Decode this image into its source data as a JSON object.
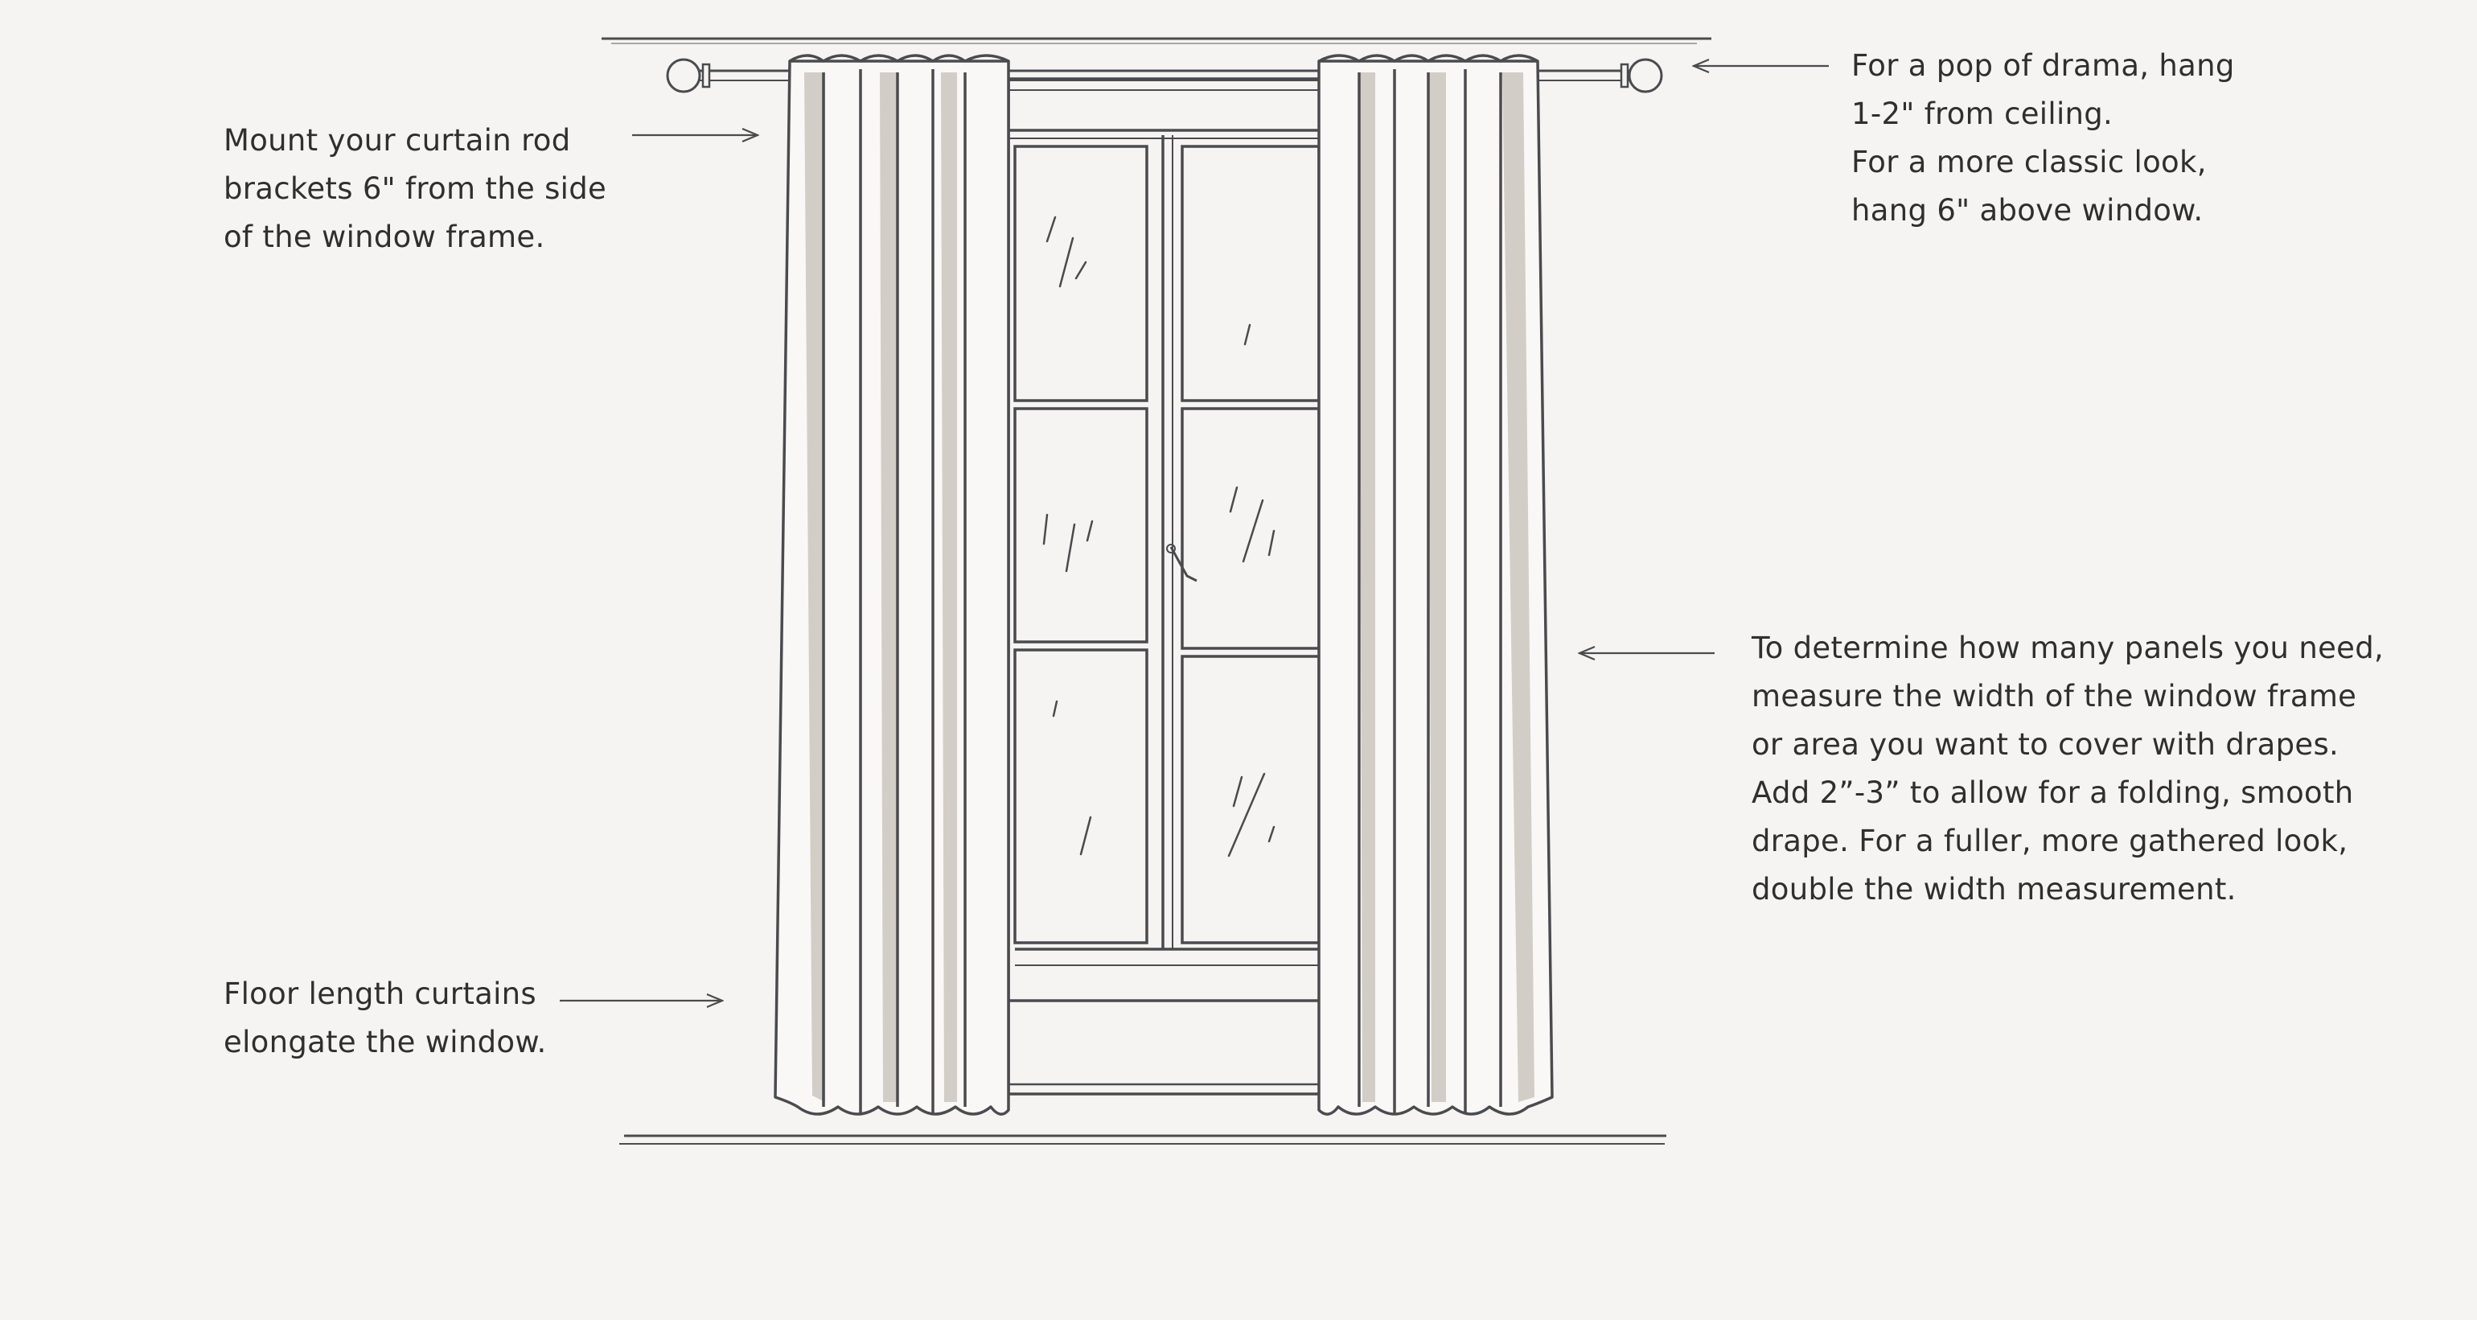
{
  "colors": {
    "background": "#f5f4f2",
    "ink": "#4a4b4f",
    "curtain_fill": "#f9f8f6",
    "curtain_shadow": "#d2cdc6",
    "text": "#2f2f2f"
  },
  "annotations": {
    "bracket_placement": [
      "Mount your curtain rod",
      "brackets 6\" from the side",
      "of the window frame."
    ],
    "rod_height": [
      "For a pop of drama, hang",
      "1-2\" from ceiling.",
      "For a more classic look,",
      "hang 6\" above window."
    ],
    "panel_width": [
      "To determine how many panels you need,",
      "measure the width of the window frame",
      "or area you want to cover with drapes.",
      "Add 2”-3” to allow for a folding, smooth",
      "drape. For a fuller, more gathered look,",
      "double the width measurement."
    ],
    "floor_length": [
      "Floor length curtains",
      "elongate the window."
    ]
  }
}
